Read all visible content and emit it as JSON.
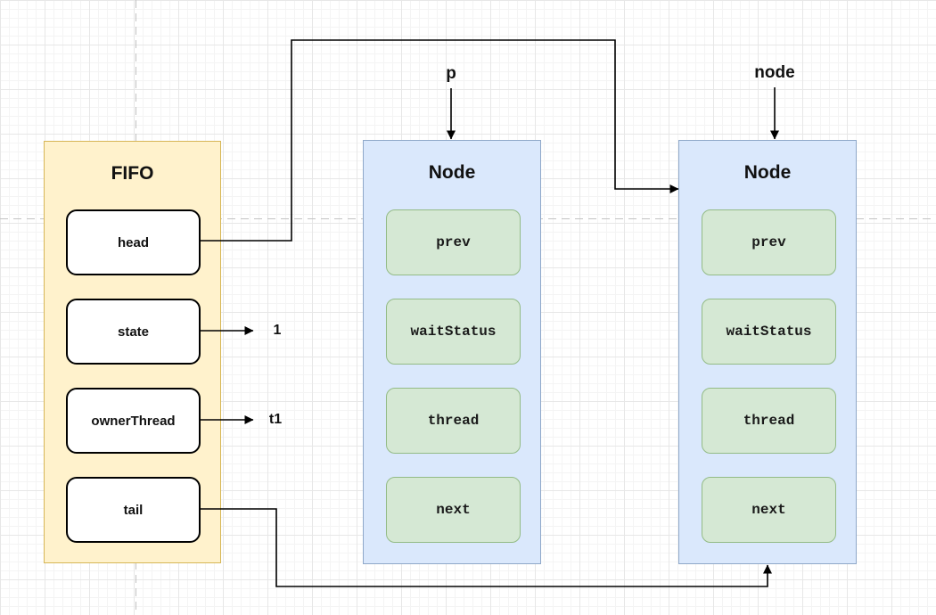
{
  "fifo": {
    "title": "FIFO",
    "fields": [
      "head",
      "state",
      "ownerThread",
      "tail"
    ]
  },
  "nodes": [
    {
      "title": "Node",
      "fields": [
        "prev",
        "waitStatus",
        "thread",
        "next"
      ]
    },
    {
      "title": "Node",
      "fields": [
        "prev",
        "waitStatus",
        "thread",
        "next"
      ]
    }
  ],
  "pointers": {
    "p_label": "p",
    "node_label": "node"
  },
  "values": {
    "state_value": "1",
    "owner_thread_value": "t1"
  },
  "colors": {
    "fifo_fill": "#fff2cc",
    "fifo_border": "#d6b656",
    "node_fill": "#dae8fc",
    "node_border": "#8fa8c9",
    "field_fill": "#ffffff",
    "field_border": "#000000",
    "slot_fill": "#d5e8d4",
    "slot_border": "#93bb86",
    "connector": "#000000"
  }
}
